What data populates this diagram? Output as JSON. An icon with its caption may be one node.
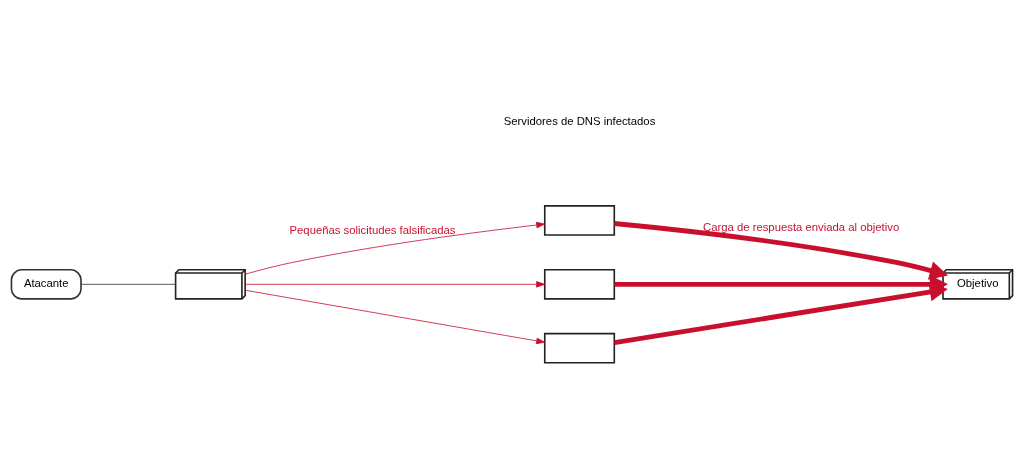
{
  "diagram": {
    "nodes": [
      {
        "text": [
          "Atacante"
        ]
      },
      {
        "text": [],
        "shape": "picture"
      },
      {
        "text": [],
        "shape": "box"
      },
      {
        "text": [],
        "shape": "box"
      },
      {
        "text": [],
        "shape": "box"
      },
      {
        "text": [
          "Objetivo"
        ]
      }
    ],
    "edges": [
      {
        "from": 0,
        "to": 1,
        "arrow": "none",
        "color": "#333333"
      },
      {
        "from": 1,
        "to": 2,
        "arrow": "to",
        "label": "Pequeñas solicitudes falsificadas"
      },
      {
        "from": 1,
        "to": 3,
        "arrow": "to"
      },
      {
        "from": 1,
        "to": 4,
        "arrow": "to"
      },
      {
        "from": 2,
        "to": 5,
        "arrow": "to",
        "style": "thick",
        "label": "Carga de respuesta enviada al objetivo"
      },
      {
        "from": 3,
        "to": 5,
        "arrow": "to",
        "style": "thick"
      },
      {
        "from": 4,
        "to": 5,
        "arrow": "to",
        "style": "thick"
      }
    ],
    "labels": [
      "Servidores de DNS infectados"
    ]
  }
}
